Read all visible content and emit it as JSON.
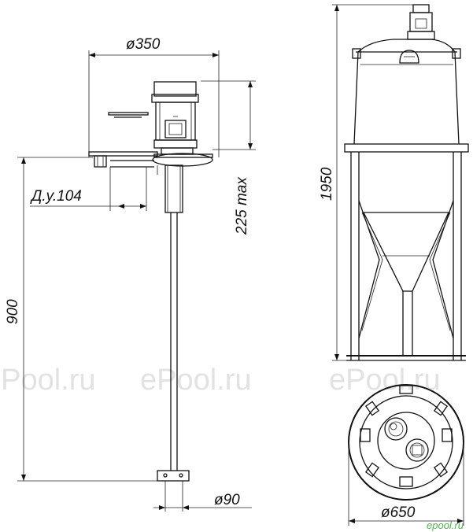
{
  "drawing": {
    "dimensions": {
      "flange_diameter": "ø350",
      "nozzle": "Д.у.104",
      "stroke": "225 max",
      "shaft_length": "900",
      "impeller_diameter": "ø90",
      "tank_height": "1950",
      "tank_diameter": "ø650"
    },
    "watermark": {
      "text": "ePool.ru",
      "color": "#e2e2e2"
    },
    "logo": {
      "text": "epool.ru",
      "color": "#4fb34f"
    }
  }
}
